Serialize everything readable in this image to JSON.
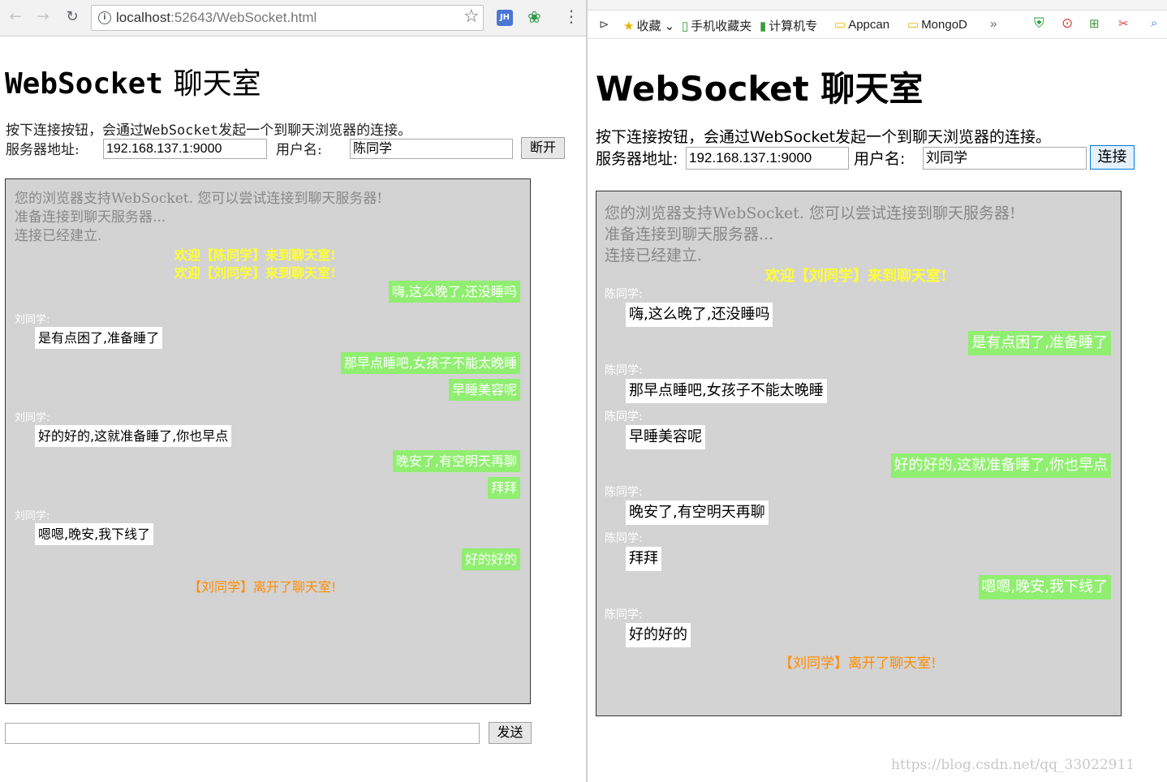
{
  "left": {
    "browser": {
      "url_host": "localhost",
      "url_path": ":52643/WebSocket.html"
    },
    "heading_en": "WebSocket",
    "heading_cn": "聊天室",
    "description_a": "按下连接按钮，会通过",
    "description_b": "WebSocket",
    "description_c": "发起一个到聊天浏览器的连接。",
    "server_label": "服务器地址:",
    "server_value": "192.168.137.1:9000",
    "user_label": "用户名:",
    "user_value": "陈同学",
    "disconnect_label": "断开",
    "send_label": "发送",
    "message_value": "",
    "chat": {
      "system": [
        "您的浏览器支持WebSocket. 您可以尝试连接到聊天服务器!",
        "准备连接到聊天服务器...",
        "连接已经建立."
      ],
      "welcome": [
        "欢迎【陈同学】来到聊天室!",
        "欢迎【刘同学】来到聊天室!"
      ],
      "messages": [
        {
          "dir": "out",
          "text": "嗨,这么晚了,还没睡吗"
        },
        {
          "dir": "in",
          "sender": "刘同学:",
          "text": "是有点困了,准备睡了"
        },
        {
          "dir": "out",
          "text": "那早点睡吧,女孩子不能太晚睡"
        },
        {
          "dir": "out",
          "text": "早睡美容呢"
        },
        {
          "dir": "in",
          "sender": "刘同学:",
          "text": "好的好的,这就准备睡了,你也早点"
        },
        {
          "dir": "out",
          "text": "晚安了,有空明天再聊"
        },
        {
          "dir": "out",
          "text": "拜拜"
        },
        {
          "dir": "in",
          "sender": "刘同学:",
          "text": "嗯嗯,晚安,我下线了"
        },
        {
          "dir": "out",
          "text": "好的好的"
        }
      ],
      "leave": "【刘同学】离开了聊天室!"
    }
  },
  "right": {
    "bookmarks": [
      "收藏",
      "手机收藏夹",
      "计算机专",
      "Appcan",
      "MongoD"
    ],
    "heading": "WebSocket 聊天室",
    "description": "按下连接按钮，会通过WebSocket发起一个到聊天浏览器的连接。",
    "server_label": "服务器地址:",
    "server_value": "192.168.137.1:9000",
    "user_label": "用户名:",
    "user_value": "刘同学",
    "connect_label": "连接",
    "chat": {
      "system": [
        "您的浏览器支持WebSocket. 您可以尝试连接到聊天服务器!",
        "准备连接到聊天服务器...",
        "连接已经建立."
      ],
      "welcome": "欢迎【刘同学】来到聊天室!",
      "messages": [
        {
          "dir": "in",
          "sender": "陈同学:",
          "text": "嗨,这么晚了,还没睡吗"
        },
        {
          "dir": "out",
          "text": "是有点困了,准备睡了"
        },
        {
          "dir": "in",
          "sender": "陈同学:",
          "text": "那早点睡吧,女孩子不能太晚睡"
        },
        {
          "dir": "in",
          "sender": "陈同学:",
          "text": "早睡美容呢"
        },
        {
          "dir": "out",
          "text": "好的好的,这就准备睡了,你也早点"
        },
        {
          "dir": "in",
          "sender": "陈同学:",
          "text": "晚安了,有空明天再聊"
        },
        {
          "dir": "in",
          "sender": "陈同学:",
          "text": "拜拜"
        },
        {
          "dir": "out",
          "text": "嗯嗯,晚安,我下线了"
        },
        {
          "dir": "in",
          "sender": "陈同学:",
          "text": "好的好的"
        }
      ],
      "leave": "【刘同学】离开了聊天室!"
    }
  },
  "watermark": "https://blog.csdn.net/qq_33022911"
}
